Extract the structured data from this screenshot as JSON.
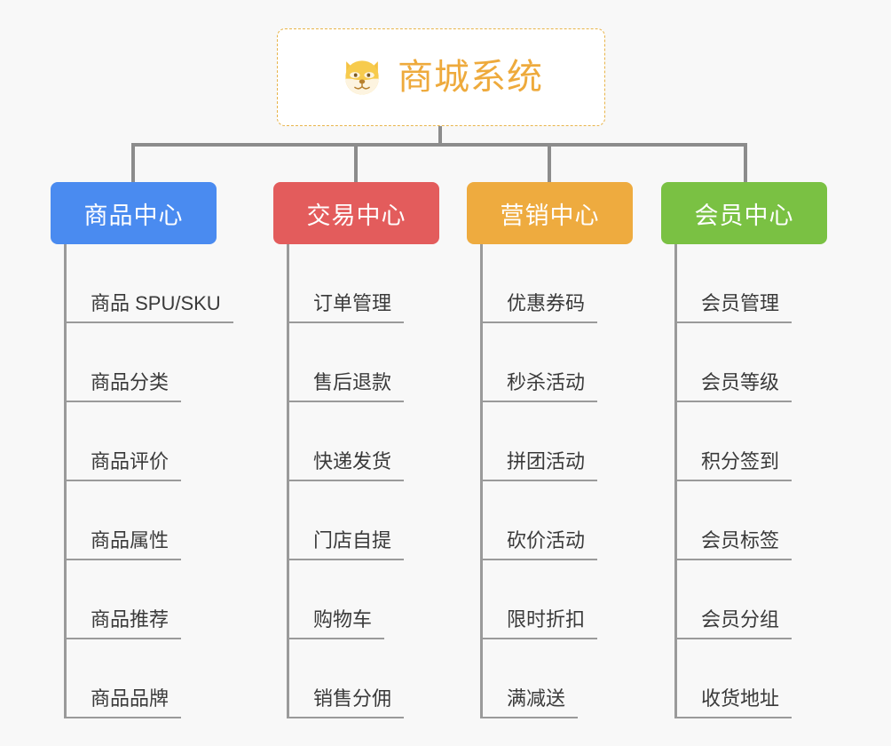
{
  "page": {
    "background_color": "#f8f8f8",
    "line_color": "#8c8c8c"
  },
  "root": {
    "title": "商城系统",
    "icon": "shiba-dog-face-icon",
    "text_color": "#eeaa3c",
    "border_color": "#e8b44a",
    "background_color": "#ffffff"
  },
  "columns": [
    {
      "category": "商品中心",
      "color": "#4a8bf0",
      "items": [
        "商品 SPU/SKU",
        "商品分类",
        "商品评价",
        "商品属性",
        "商品推荐",
        "商品品牌"
      ]
    },
    {
      "category": "交易中心",
      "color": "#e35c5c",
      "items": [
        "订单管理",
        "售后退款",
        "快递发货",
        "门店自提",
        "购物车",
        "销售分佣"
      ]
    },
    {
      "category": "营销中心",
      "color": "#eeab3f",
      "items": [
        "优惠券码",
        "秒杀活动",
        "拼团活动",
        "砍价活动",
        "限时折扣",
        "满减送"
      ]
    },
    {
      "category": "会员中心",
      "color": "#7ac143",
      "items": [
        "会员管理",
        "会员等级",
        "积分签到",
        "会员标签",
        "会员分组",
        "收货地址"
      ]
    }
  ]
}
